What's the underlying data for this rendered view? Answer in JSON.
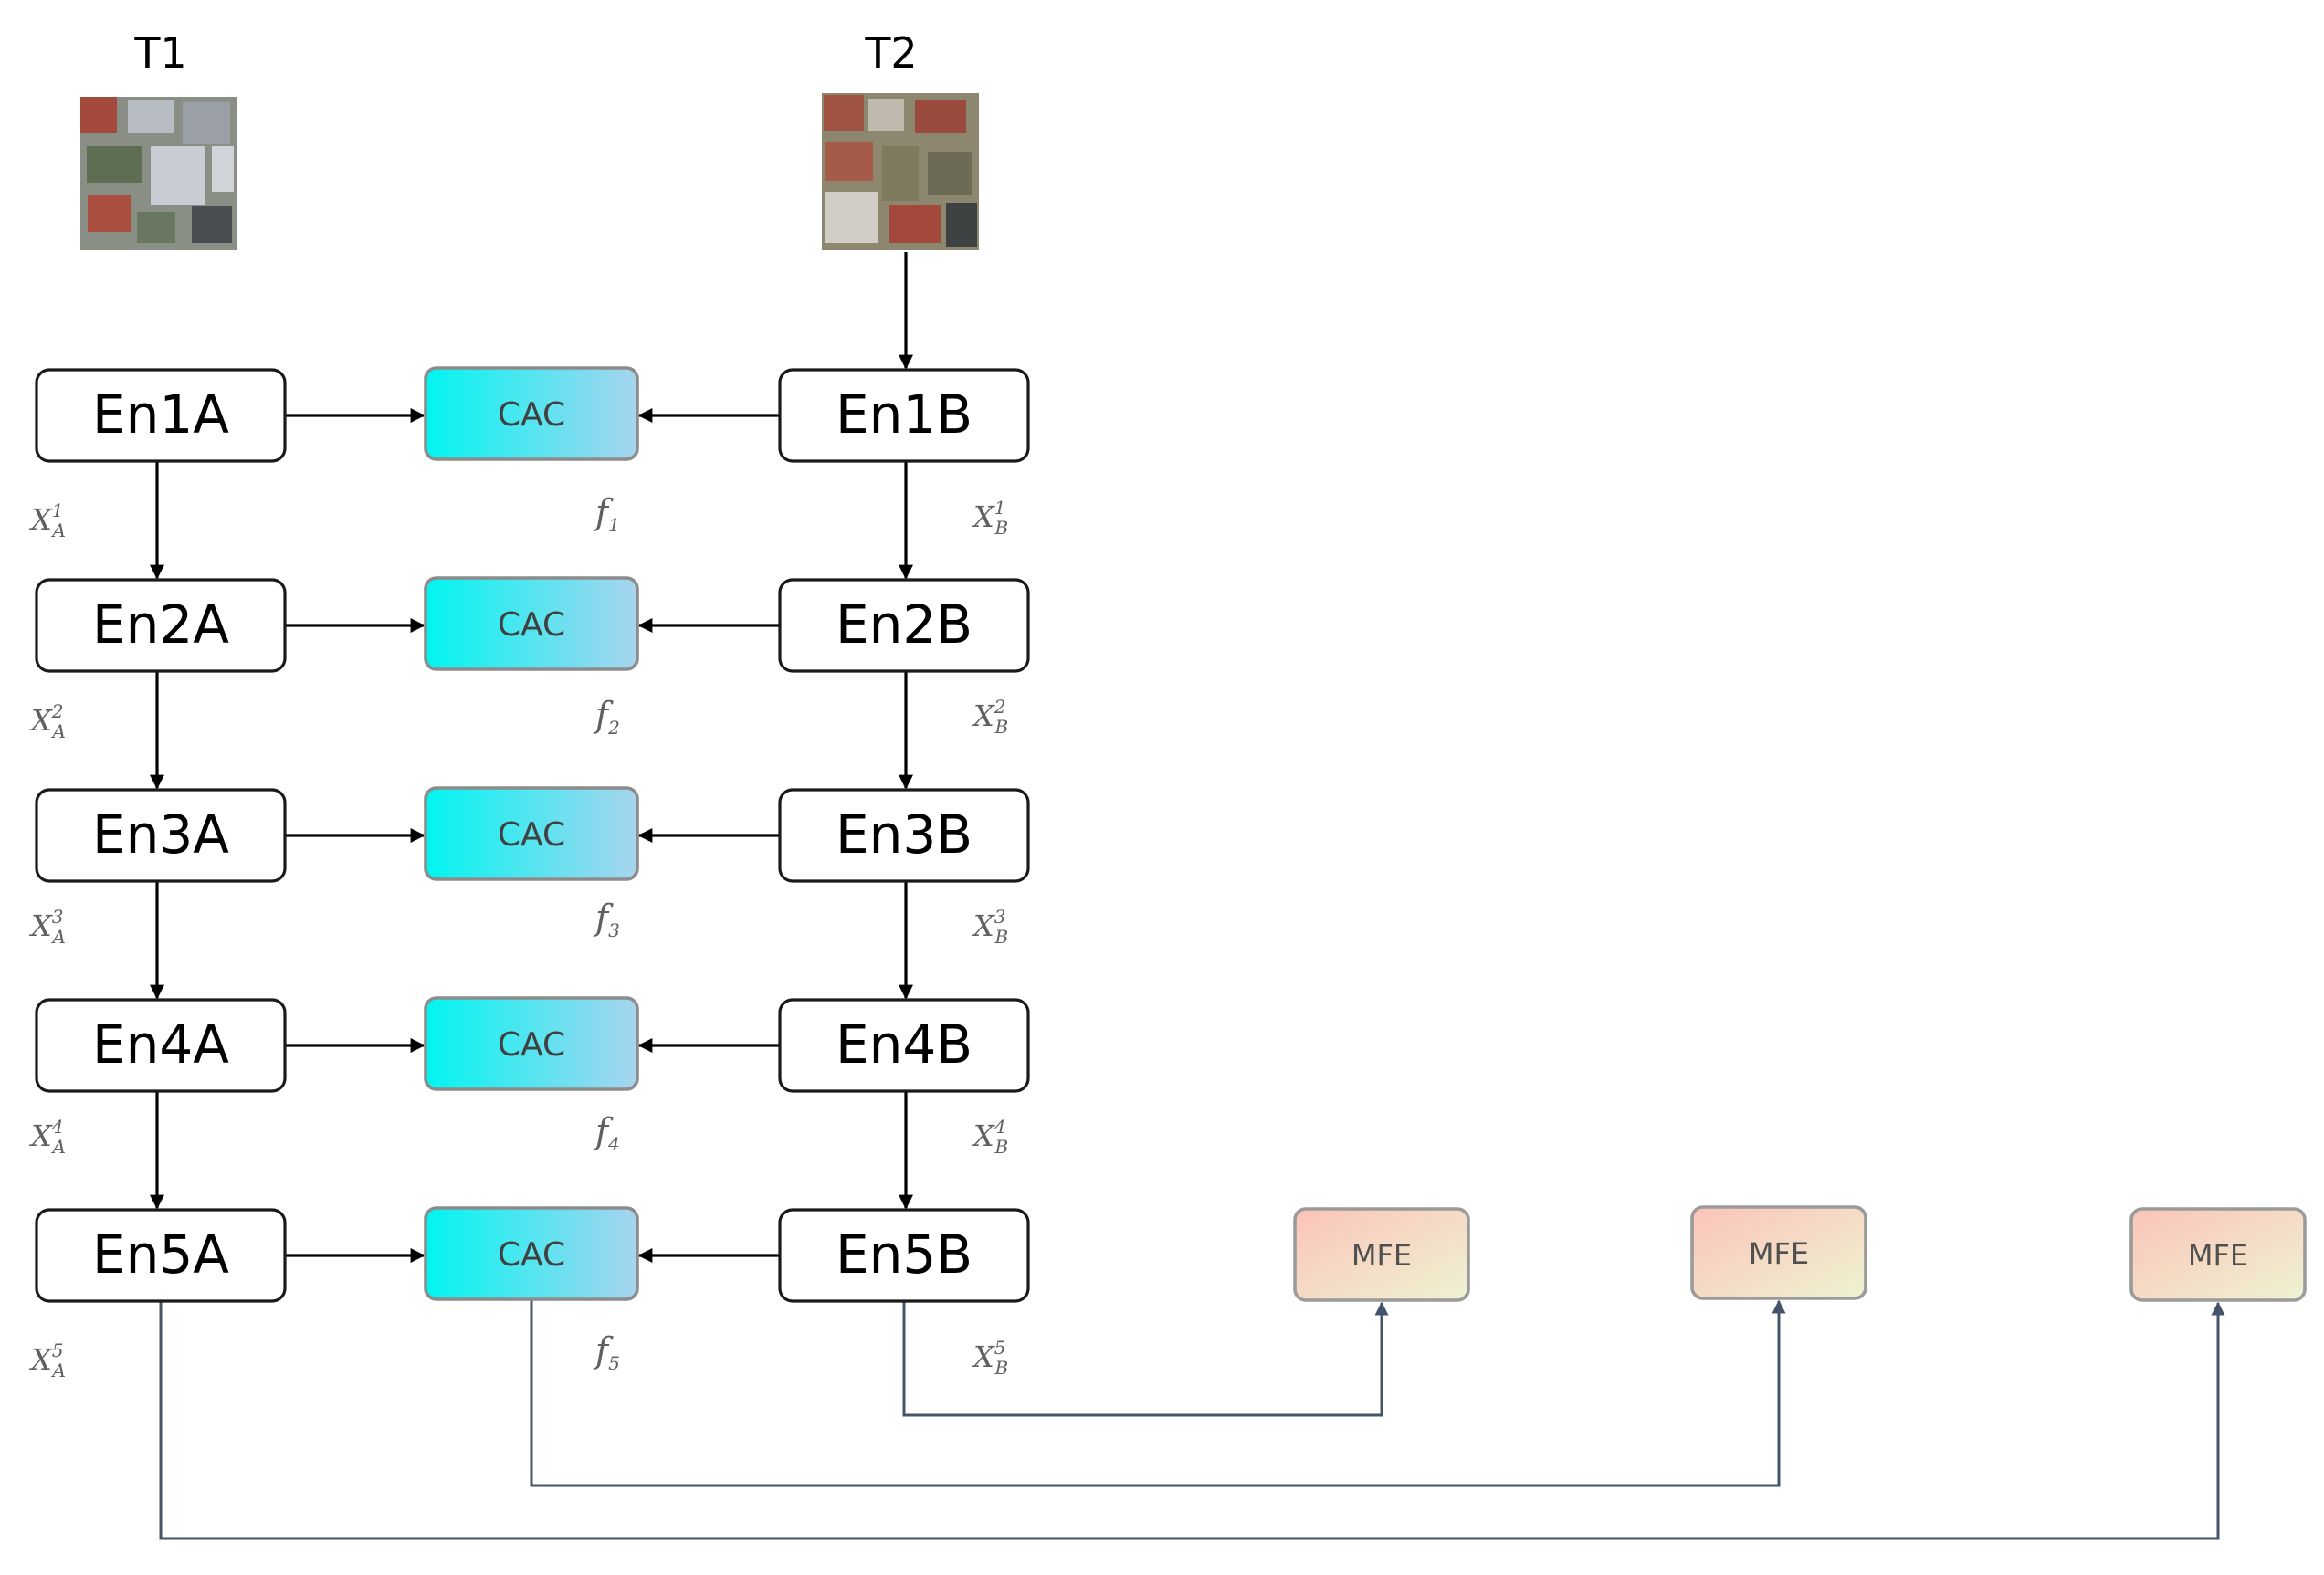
{
  "inputs": {
    "t1_label": "T1",
    "t2_label": "T2"
  },
  "encoders_a": [
    "En1A",
    "En2A",
    "En3A",
    "En4A",
    "En5A"
  ],
  "encoders_b": [
    "En1B",
    "En2B",
    "En3B",
    "En4B",
    "En5B"
  ],
  "fusion_modules": [
    "CAC",
    "CAC",
    "CAC",
    "CAC",
    "CAC"
  ],
  "features_a": [
    {
      "base": "X",
      "sup": "1",
      "sub": "A"
    },
    {
      "base": "X",
      "sup": "2",
      "sub": "A"
    },
    {
      "base": "X",
      "sup": "3",
      "sub": "A"
    },
    {
      "base": "X",
      "sup": "4",
      "sub": "A"
    },
    {
      "base": "X",
      "sup": "5",
      "sub": "A"
    }
  ],
  "features_b": [
    {
      "base": "X",
      "sup": "1",
      "sub": "B"
    },
    {
      "base": "X",
      "sup": "2",
      "sub": "B"
    },
    {
      "base": "X",
      "sup": "3",
      "sub": "B"
    },
    {
      "base": "X",
      "sup": "4",
      "sub": "B"
    },
    {
      "base": "X",
      "sup": "5",
      "sub": "B"
    }
  ],
  "fused_features": [
    {
      "base": "f",
      "sub": "1"
    },
    {
      "base": "f",
      "sub": "2"
    },
    {
      "base": "f",
      "sub": "3"
    },
    {
      "base": "f",
      "sub": "4"
    },
    {
      "base": "f",
      "sub": "5"
    }
  ],
  "mfe_modules": [
    "MFE",
    "MFE",
    "MFE"
  ],
  "colors": {
    "cac_gradient_start": "#00f5f0",
    "cac_gradient_end": "#a9d4ef",
    "mfe_gradient_start": "#fbc4b8",
    "mfe_gradient_end": "#eef2d2",
    "connector_blue": "#44546a"
  }
}
